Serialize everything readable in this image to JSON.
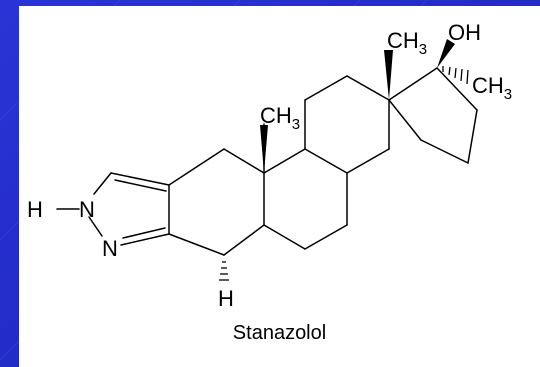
{
  "slide": {
    "background_color": "#1f28c8",
    "panel_color": "#ffffff",
    "ink_color": "#000000"
  },
  "molecule": {
    "name": "Stanazolol",
    "atom_labels": {
      "ch3_c13": "CH",
      "ch3_c13_sub": "3",
      "oh": "OH",
      "ch3_c17": "CH",
      "ch3_c17_sub": "3",
      "ch3_c10": "CH",
      "ch3_c10_sub": "3",
      "h_n": "H",
      "n_pyrazole_1": "N",
      "n_pyrazole_2": "N",
      "h_c5": "H"
    }
  }
}
